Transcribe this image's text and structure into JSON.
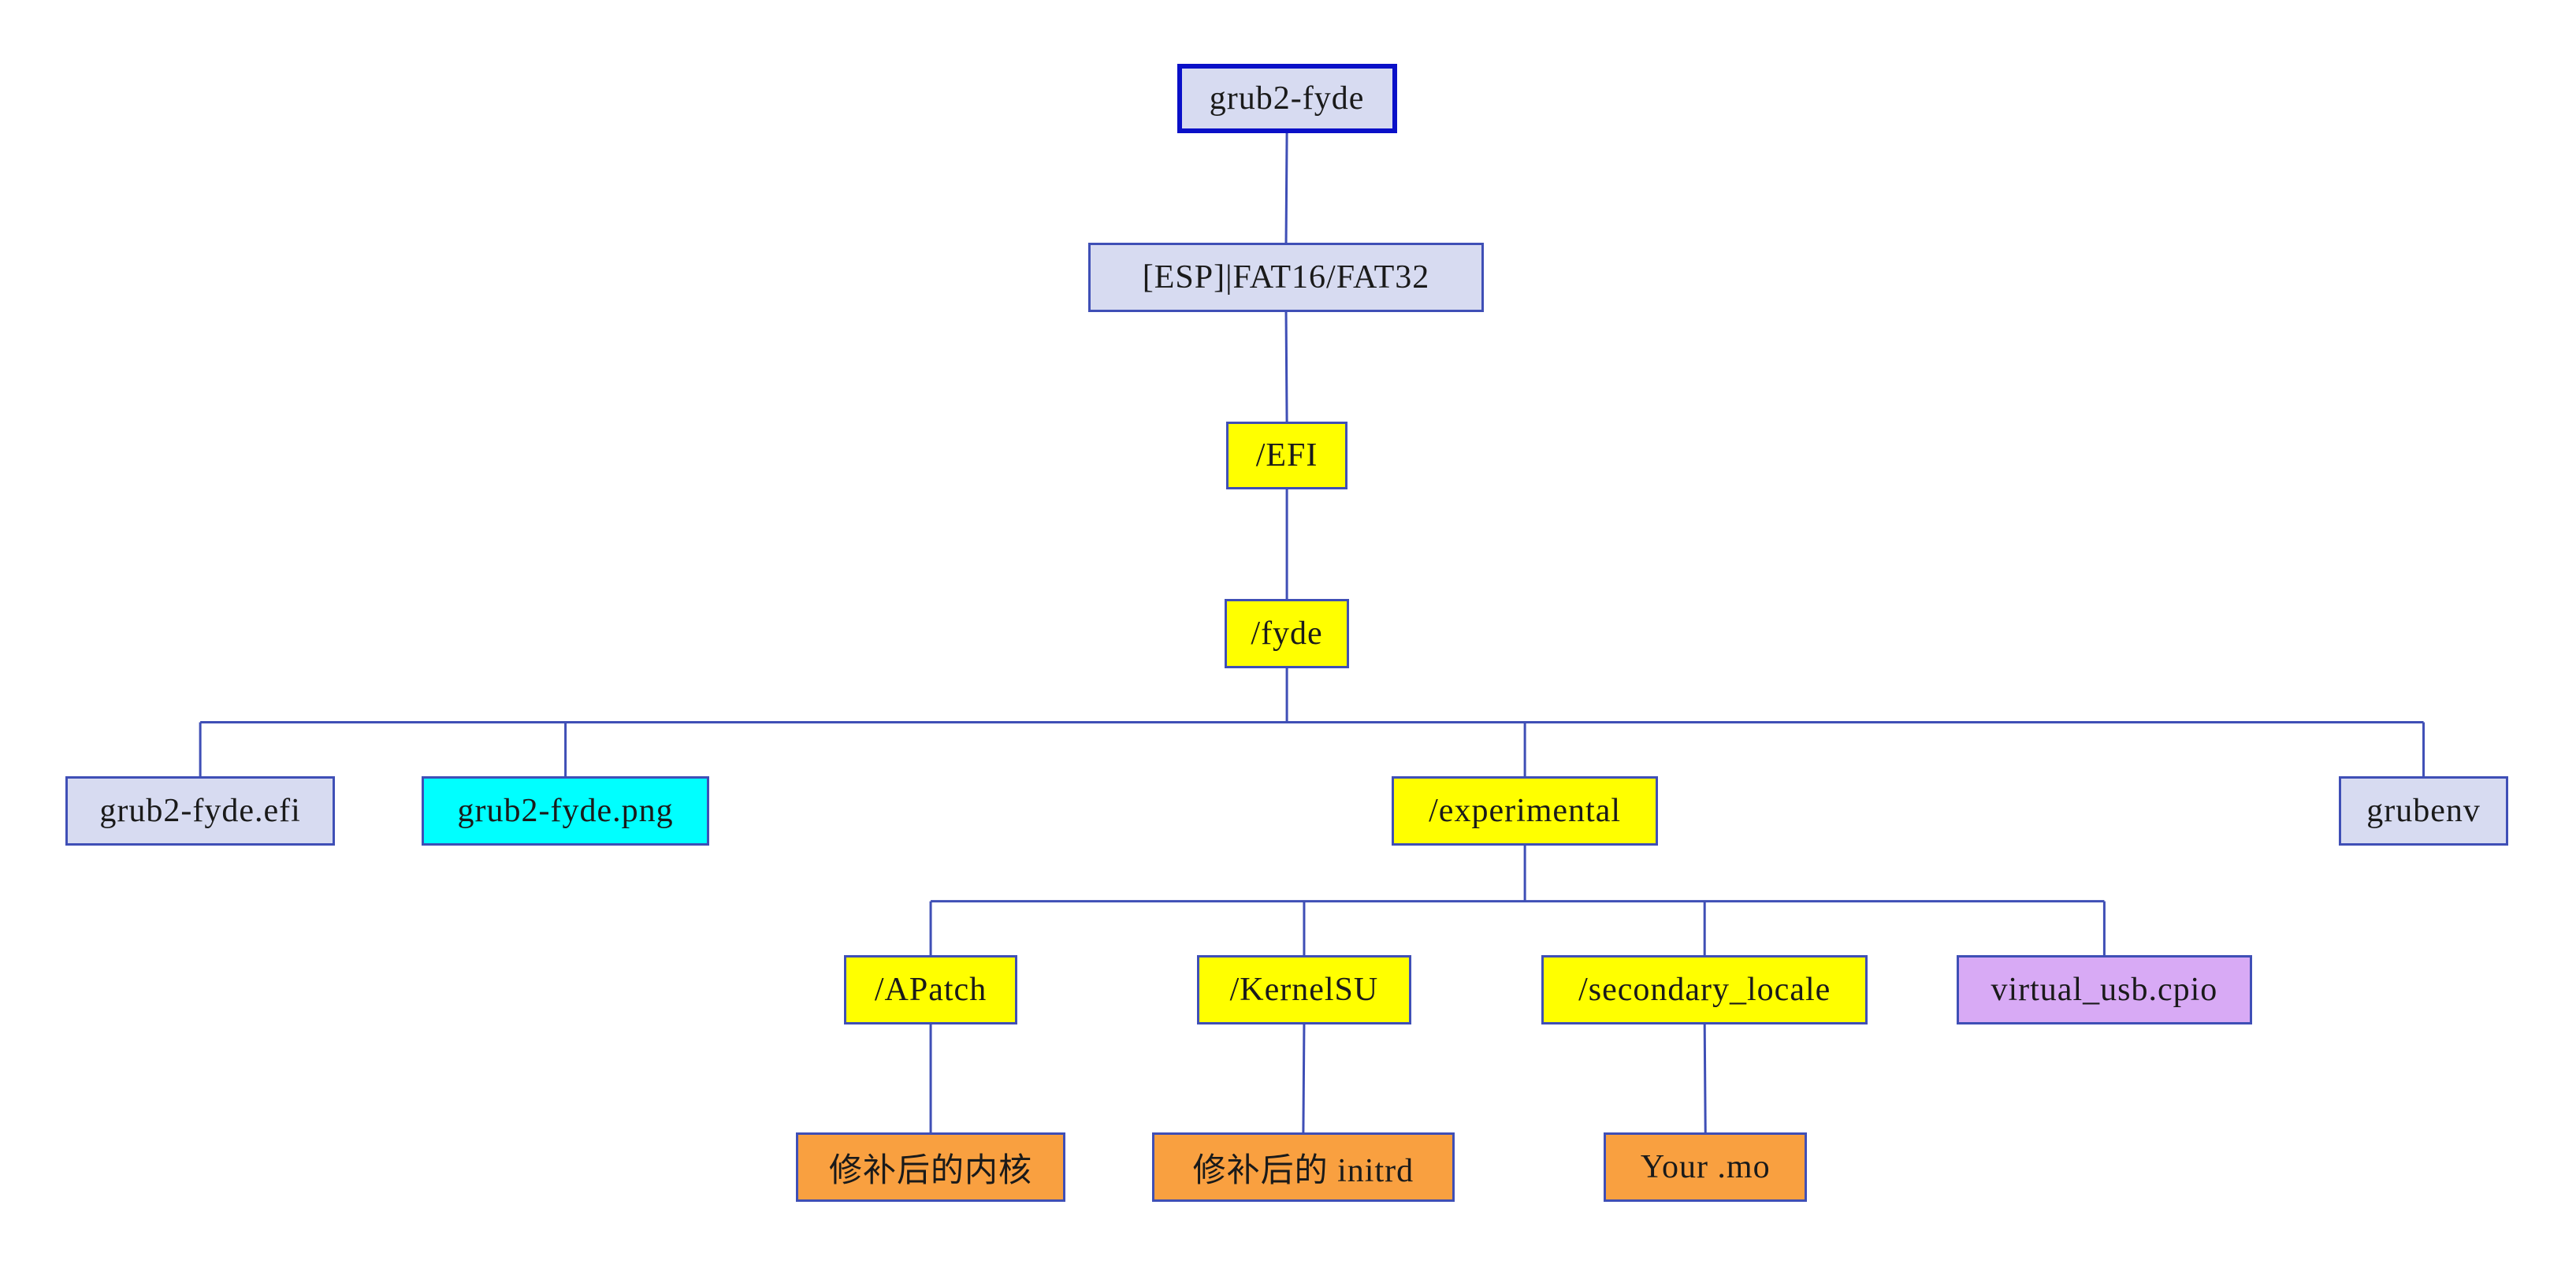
{
  "diagram": {
    "type": "tree",
    "colors": {
      "lavender": "#d7dbf1",
      "yellow": "#ffff00",
      "cyan": "#00ffff",
      "purple": "#d8aaf5",
      "orange": "#f9a040",
      "connector": "#3f4fb6",
      "root_border": "#0a10c8",
      "node_border": "#3f4fb6"
    },
    "nodes": [
      {
        "id": "grub2-fyde",
        "label": "grub2-fyde",
        "fill": "lavender",
        "parent": null
      },
      {
        "id": "esp",
        "label": "[ESP]|FAT16/FAT32",
        "fill": "lavender",
        "parent": "grub2-fyde"
      },
      {
        "id": "efi",
        "label": "/EFI",
        "fill": "yellow",
        "parent": "esp"
      },
      {
        "id": "fyde",
        "label": "/fyde",
        "fill": "yellow",
        "parent": "efi"
      },
      {
        "id": "grub2-fyde-efi",
        "label": "grub2-fyde.efi",
        "fill": "lavender",
        "parent": "fyde"
      },
      {
        "id": "grub2-fyde-png",
        "label": "grub2-fyde.png",
        "fill": "cyan",
        "parent": "fyde"
      },
      {
        "id": "experimental",
        "label": "/experimental",
        "fill": "yellow",
        "parent": "fyde"
      },
      {
        "id": "grubenv",
        "label": "grubenv",
        "fill": "lavender",
        "parent": "fyde"
      },
      {
        "id": "apatch",
        "label": "/APatch",
        "fill": "yellow",
        "parent": "experimental"
      },
      {
        "id": "kernelsu",
        "label": "/KernelSU",
        "fill": "yellow",
        "parent": "experimental"
      },
      {
        "id": "secondary-locale",
        "label": "/secondary_locale",
        "fill": "yellow",
        "parent": "experimental"
      },
      {
        "id": "virtual-usb-cpio",
        "label": "virtual_usb.cpio",
        "fill": "purple",
        "parent": "experimental"
      },
      {
        "id": "patched-kernel",
        "label": "修补后的内核",
        "fill": "orange",
        "parent": "apatch"
      },
      {
        "id": "patched-initrd",
        "label": "修补后的 initrd",
        "fill": "orange",
        "parent": "kernelsu"
      },
      {
        "id": "your-mo",
        "label": "Your .mo",
        "fill": "orange",
        "parent": "secondary-locale"
      }
    ]
  }
}
